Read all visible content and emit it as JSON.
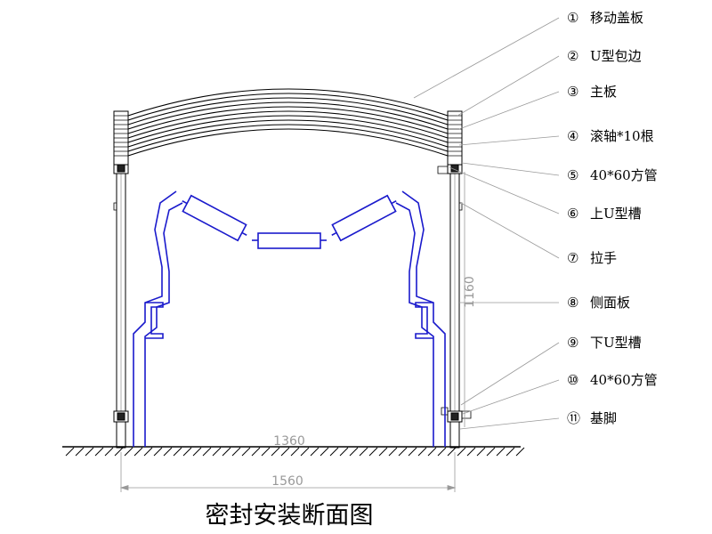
{
  "title": "密封安装断面图",
  "callouts": [
    {
      "num": "①",
      "label": "移动盖板"
    },
    {
      "num": "②",
      "label": "U型包边"
    },
    {
      "num": "③",
      "label": "主板"
    },
    {
      "num": "④",
      "label": "滚轴*10根"
    },
    {
      "num": "⑤",
      "label": "40*60方管"
    },
    {
      "num": "⑥",
      "label": "上U型槽"
    },
    {
      "num": "⑦",
      "label": "拉手"
    },
    {
      "num": "⑧",
      "label": "侧面板"
    },
    {
      "num": "⑨",
      "label": "下U型槽"
    },
    {
      "num": "⑩",
      "label": "40*60方管"
    },
    {
      "num": "⑪",
      "label": "基脚"
    }
  ],
  "dimensions": {
    "inner_width": "1360",
    "outer_width": "1560",
    "height": "1160"
  },
  "colors": {
    "outline": "#000000",
    "conveyor": "#1a1acc",
    "leader": "#9a9a9a",
    "dimension": "#999999"
  }
}
